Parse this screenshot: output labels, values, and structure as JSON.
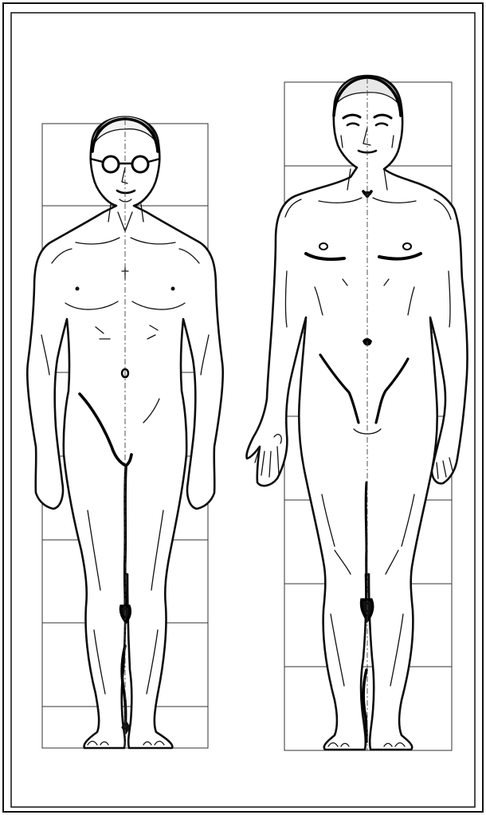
{
  "figures": [
    {
      "name": "figure-left",
      "grid_columns": 2,
      "grid_rows": 8
    },
    {
      "name": "figure-right",
      "grid_columns": 2,
      "grid_rows": 8
    }
  ]
}
